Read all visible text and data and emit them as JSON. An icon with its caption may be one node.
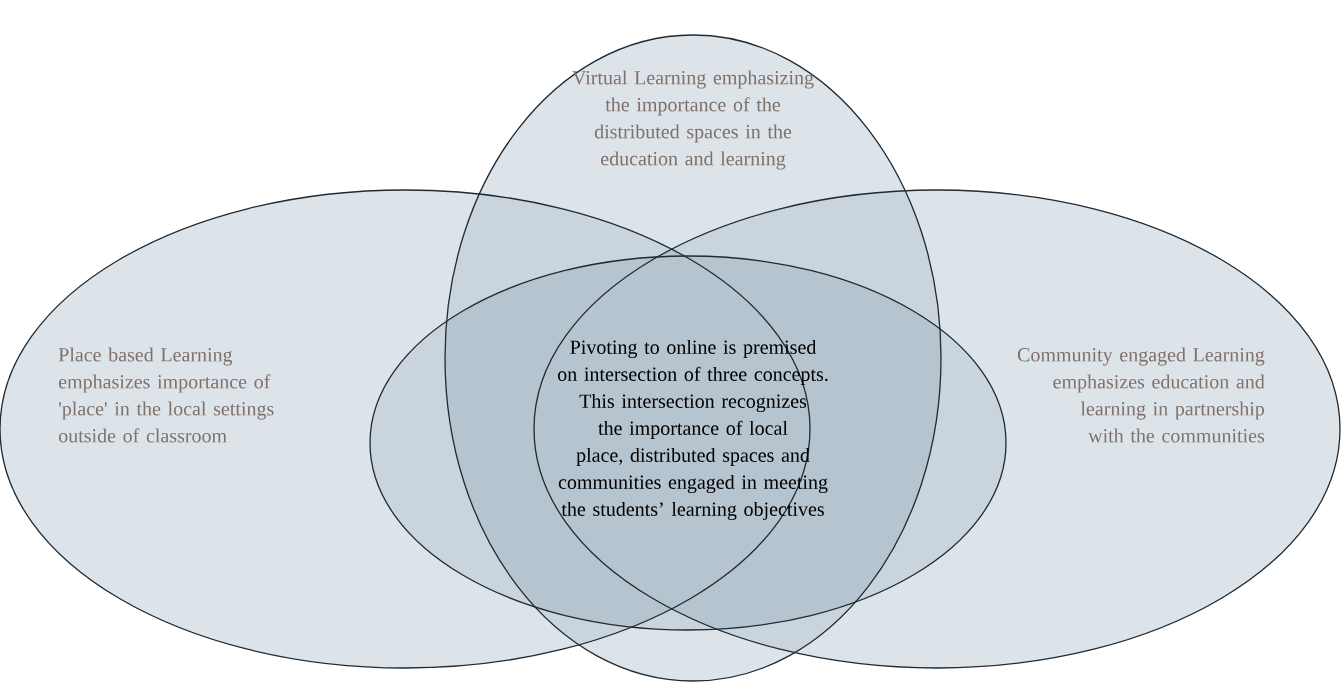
{
  "diagram": {
    "nodes": [
      {
        "text": [
          "Virtual Learning emphasizing the importance of the distributed spaces in the education and learning"
        ]
      },
      {
        "text": [
          "Place based Learning emphasizes importance of 'place' in the local settings outside of classroom"
        ]
      },
      {
        "text": [
          "Pivoting to online is premised on intersection of three concepts. This intersection recognizes the importance of local place, distributed spaces and communities engaged in meeting the students’ learning objectives"
        ]
      },
      {
        "text": [
          "Community engaged Learning emphasizes education and learning in partnership with the communities"
        ]
      }
    ]
  }
}
